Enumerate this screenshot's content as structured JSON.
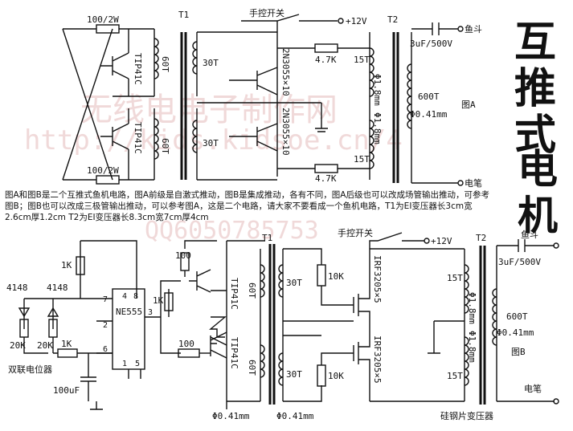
{
  "title_chars": [
    "互",
    "推",
    "式",
    "电",
    "鱼",
    "机"
  ],
  "description": "图A和图B是二个互推式鱼机电路，图A前级是自激式推动，图B是集成推动，各有不同，图A后级也可以改成场管输出推动，可参考图B；图B也可以改成三极管输出推动，可以参考图A，这是二个电路，请大家不要看成一个鱼机电路，T1为EI变压器长3cm宽2.6cm厚1.2cm T2为EI变压器长8.3cm宽7cm厚4cm",
  "watermark": {
    "line1": "无线电电子制作网",
    "line2": "http://kids.kidsoe.cn/4",
    "line3": "QQ6050785753"
  },
  "circuit_a": {
    "res_top": "100/2W",
    "res_bottom": "100/2W",
    "t1": "T1",
    "t2": "T2",
    "switch": "手控开关",
    "supply": "+12V",
    "q_drive_top": "TIP41C",
    "q_drive_bottom": "TIP41C",
    "t1_sec_top": "60T",
    "t1_sec_bottom": "60T",
    "t1_pri_top": "30T",
    "t1_pri_bottom": "30T",
    "q_out_top": "2N3055×10",
    "q_out_bottom": "2N3055×10",
    "res_47k_top": "4.7K",
    "res_47k_bottom": "4.7K",
    "t2_pri_top": "15T",
    "t2_pri_bottom": "15T",
    "t2_wire_top": "Φ1.8mm",
    "t2_wire_bottom": "Φ1.8mm",
    "cap": "3uF/500V",
    "out_top": "鱼斗",
    "out_bottom": "电笔",
    "t2_sec": "600T",
    "t2_sec_wire": "Φ0.41mm",
    "fig": "图A"
  },
  "circuit_b": {
    "res_1k_a": "1K",
    "diode_a": "4148",
    "diode_b": "4148",
    "pot_a": "20K",
    "pot_b": "20K",
    "pot_name": "双联电位器",
    "res_1k_b": "1K",
    "cap_timing": "100uF",
    "ic": "NE555",
    "pin7": "7",
    "pin8": "8",
    "pin4": "4",
    "pin2": "2",
    "pin6": "6",
    "pin3": "3",
    "pin1": "1",
    "pin5": "5",
    "res_100_a": "100",
    "res_1k_c": "1K",
    "res_100_b": "100",
    "q_top": "TIP41C",
    "q_bottom": "TIP41C",
    "t1": "T1",
    "t1_sec_top": "60T",
    "t1_sec_bottom": "60T",
    "t1_wire_sec": "Φ0.41mm",
    "t1_pri_top": "30T",
    "t1_pri_bottom": "30T",
    "t1_wire_pri": "Φ0.41mm",
    "switch": "手控开关",
    "supply": "+12V",
    "res_10k_top": "10K",
    "res_10k_bottom": "10K",
    "mos_top": "IRF3205×5",
    "mos_bottom": "IRF3205×5",
    "t2": "T2",
    "t2_pri_top": "15T",
    "t2_pri_bottom": "15T",
    "t2_wire_top": "Φ1.8mm",
    "t2_wire_bottom": "Φ1.8mm",
    "out_top": "鱼斗",
    "cap": "3uF/500V",
    "t2_sec": "600T",
    "t2_sec_wire": "Φ0.41mm",
    "fig": "图B",
    "out_bottom": "电笔",
    "transformer_type": "硅钢片变压器"
  }
}
